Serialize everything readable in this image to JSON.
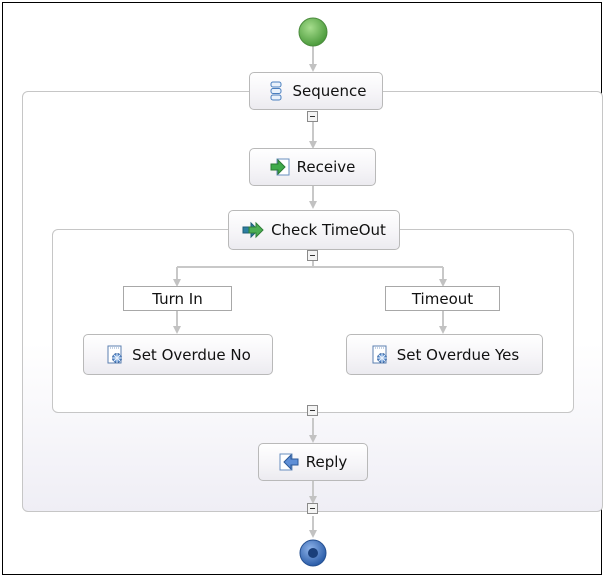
{
  "diagram": {
    "start_label": "",
    "nodes": {
      "sequence": "Sequence",
      "receive": "Receive",
      "check_timeout": "Check TimeOut",
      "reply": "Reply",
      "set_overdue_no": "Set Overdue No",
      "set_overdue_yes": "Set Overdue Yes"
    },
    "branches": {
      "turn_in": "Turn In",
      "timeout": "Timeout"
    },
    "icons": {
      "start": "start-circle-icon",
      "sequence": "sequence-icon",
      "receive": "receive-arrow-icon",
      "check_timeout": "choice-arrow-icon",
      "assign": "assign-icon",
      "reply": "reply-arrow-icon",
      "end": "end-circle-icon"
    },
    "colors": {
      "start": "#5fae4c",
      "end": "#2a5ca8",
      "connector": "#c8c8c8"
    }
  }
}
